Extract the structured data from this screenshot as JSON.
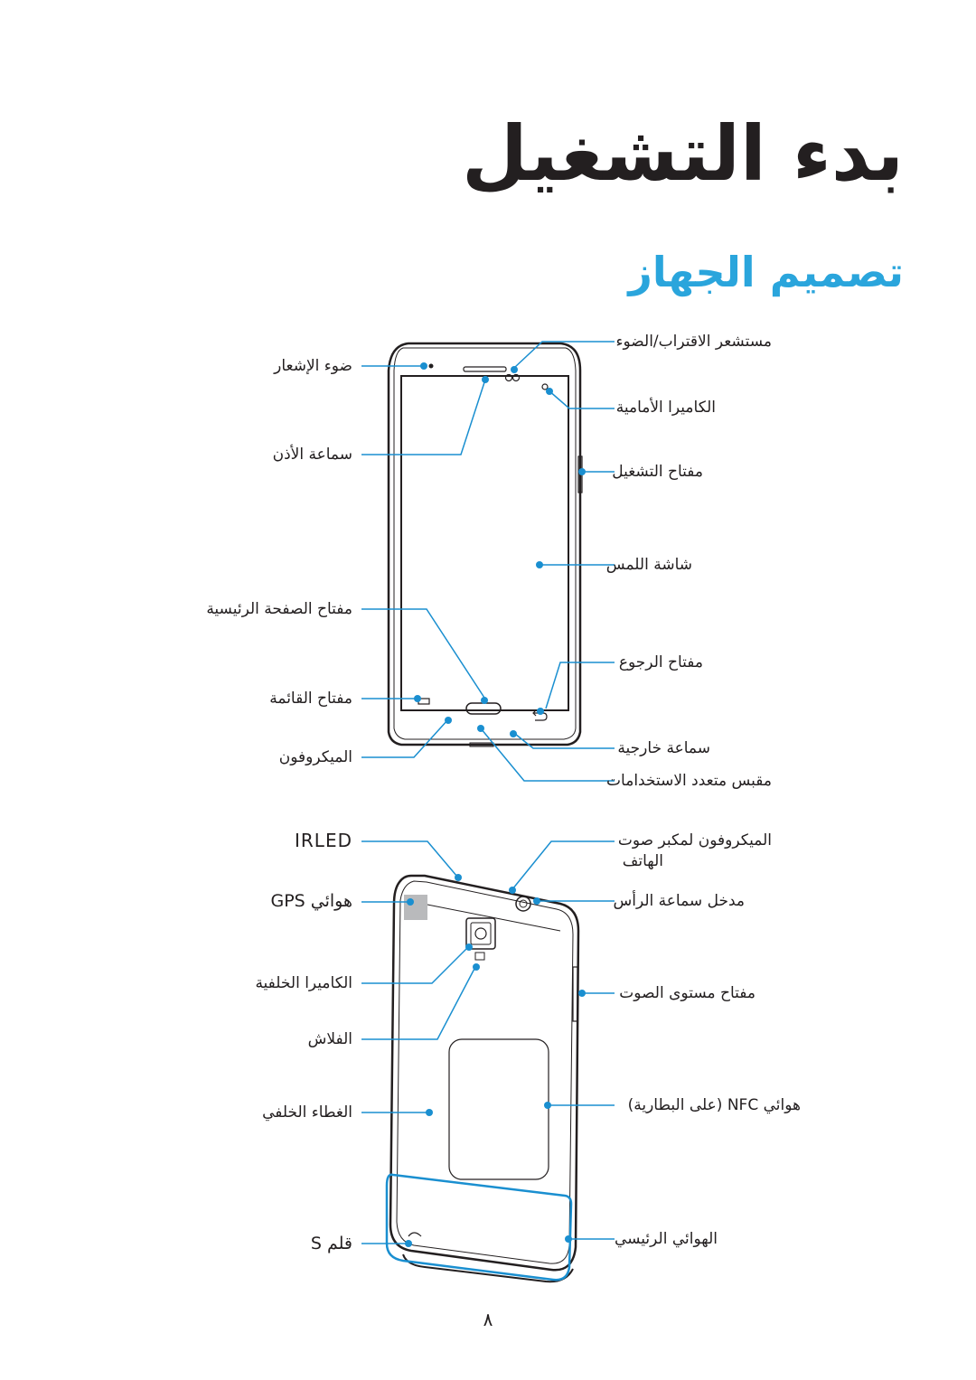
{
  "page": {
    "title": "بدء التشغيل",
    "section_title": "تصميم الجهاز",
    "page_number": "٨"
  },
  "front": {
    "labels_left": {
      "notification_light": "ضوء الإشعار",
      "earpiece": "سماعة الأذن",
      "home_key": "مفتاح الصفحة الرئيسية",
      "menu_key": "مفتاح القائمة",
      "microphone": "الميكروفون"
    },
    "labels_right": {
      "proximity_sensor": "مستشعر الاقتراب/الضوء",
      "front_camera": "الكاميرا الأمامية",
      "power_key": "مفتاح التشغيل",
      "touch_screen": "شاشة اللمس",
      "back_key": "مفتاح الرجوع",
      "speaker": "سماعة خارجية",
      "multipurpose_jack": "مقبس متعدد الاستخدامات"
    }
  },
  "back": {
    "labels_left": {
      "irled": "IRLED",
      "gps_antenna": "هوائي GPS",
      "rear_camera": "الكاميرا الخلفية",
      "flash": "الفلاش",
      "back_cover": "الغطاء الخلفي",
      "s_pen": "قلم S"
    },
    "labels_right": {
      "mic_speakerphone_line1": "الميكروفون لمكبر صوت",
      "mic_speakerphone_line2": "الهاتف",
      "headset_jack": "مدخل سماعة الرأس",
      "volume_key": "مفتاح مستوى الصوت",
      "nfc_antenna": "هوائي NFC (على البطارية)",
      "main_antenna": "الهوائي الرئيسي"
    }
  },
  "colors": {
    "accent": "#2aa5dc",
    "callout": "#1a8fd0",
    "text": "#231f20",
    "device_outline": "#231f20"
  }
}
